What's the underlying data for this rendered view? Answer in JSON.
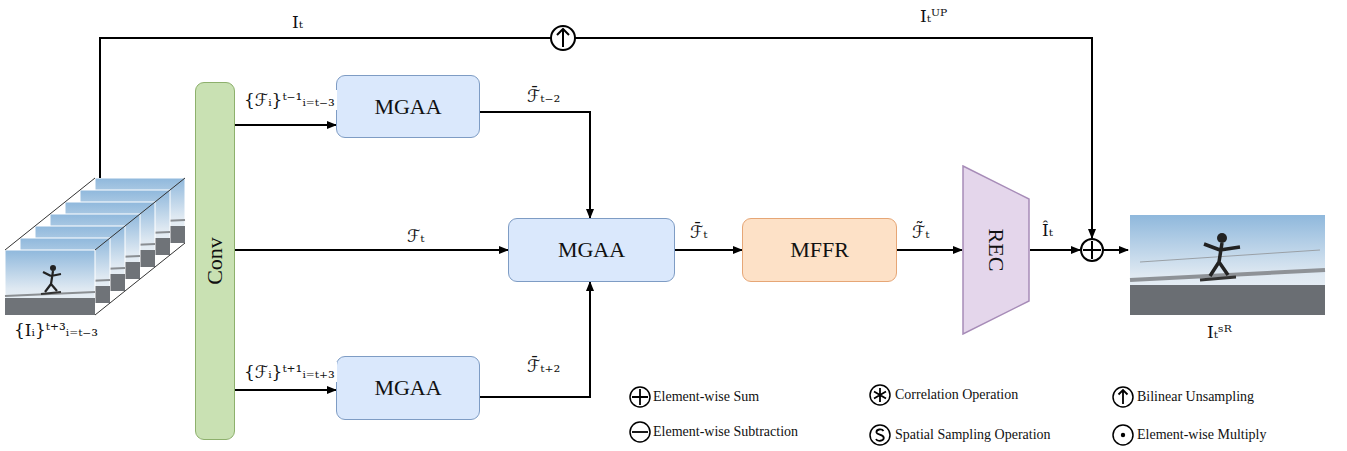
{
  "diagram": {
    "nodes": [
      {
        "text": [
          "Conv"
        ]
      },
      {
        "text": [
          "MGAA"
        ]
      },
      {
        "text": [
          "MGAA"
        ]
      },
      {
        "text": [
          "MGAA"
        ]
      },
      {
        "text": [
          "MFFR"
        ]
      },
      {
        "text": [
          "REC"
        ]
      }
    ],
    "edges": [
      {
        "from": 0,
        "to": 1,
        "arrow": "to",
        "label": "{ℱᵢ}ᵗ⁻¹ᵢ₌ₜ₋₃"
      },
      {
        "from": 0,
        "to": 2,
        "arrow": "to",
        "label": "ℱₜ"
      },
      {
        "from": 0,
        "to": 3,
        "arrow": "to",
        "label": "{ℱᵢ}ᵗ⁺¹ᵢ₌ₜ₊₃"
      },
      {
        "from": 1,
        "to": 2,
        "arrow": "to",
        "label": "ℱ̄ₜ₋₂"
      },
      {
        "from": 3,
        "to": 2,
        "arrow": "to",
        "label": "ℱ̄ₜ₊₂"
      },
      {
        "from": 2,
        "to": 4,
        "arrow": "to",
        "label": "ℱ̄ₜ"
      },
      {
        "from": 4,
        "to": 5,
        "arrow": "to",
        "label": "ℱ̃ₜ"
      }
    ],
    "labels": [
      "Iₜ",
      "Iₜᵁᴾ",
      "{Iᵢ}ᵗ⁺³ᵢ₌ₜ₋₃",
      "Îₜ",
      "Iₜˢᴿ"
    ],
    "legend": [
      {
        "text": "Element-wise Sum"
      },
      {
        "text": "Element-wise Subtraction"
      },
      {
        "text": "Correlation Operation"
      },
      {
        "text": "Spatial Sampling Operation"
      },
      {
        "text": "Bilinear Unsampling"
      },
      {
        "text": "Element-wise Multiply"
      }
    ]
  }
}
